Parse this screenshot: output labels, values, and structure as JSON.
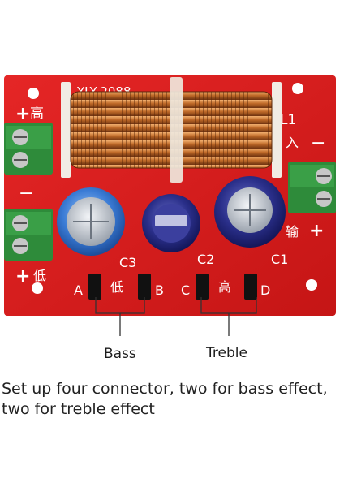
{
  "board": {
    "model": "YLY-2088",
    "silkscreen": {
      "plus": "+",
      "minus": "−",
      "gao": "高",
      "di": "低",
      "ru": "入",
      "shu": "输",
      "l1": "L1",
      "c1": "C1",
      "c2": "C2",
      "c3": "C3",
      "a": "A",
      "b": "B",
      "c": "C",
      "d": "D"
    },
    "colors": {
      "pcb": "#d81e1e",
      "coil": "#c06a28",
      "terminal": "#2e8b3a",
      "cap_blue": "#3a7bd5",
      "cap_navy": "#2a2f8a"
    }
  },
  "labels": {
    "bass": "Bass",
    "treble": "Treble"
  },
  "caption": {
    "line1": "Set up four connector, two for bass effect,",
    "line2": "two for treble effect"
  }
}
